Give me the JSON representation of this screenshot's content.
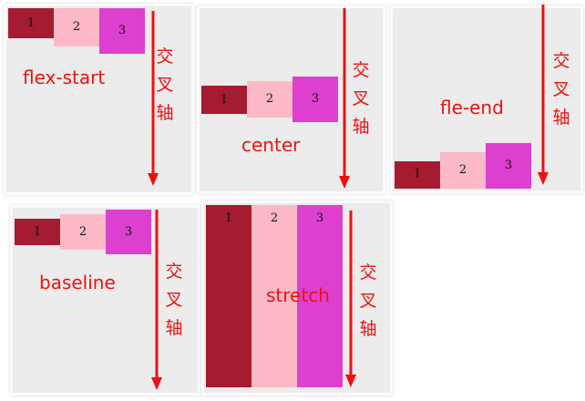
{
  "colors": {
    "item1": "#a51b30",
    "item2": "#fdb9c7",
    "item3": "#dd40cf",
    "text": "#ee1111",
    "panel": "#ececec"
  },
  "items": [
    "1",
    "2",
    "3"
  ],
  "axis_label_chars": [
    "交",
    "叉",
    "轴"
  ],
  "panels": [
    {
      "id": "flex-start",
      "label": "flex-start"
    },
    {
      "id": "center",
      "label": "center"
    },
    {
      "id": "flex-end",
      "label": "fle-end"
    },
    {
      "id": "baseline",
      "label": "baseline"
    },
    {
      "id": "stretch",
      "label": "stretch"
    }
  ]
}
